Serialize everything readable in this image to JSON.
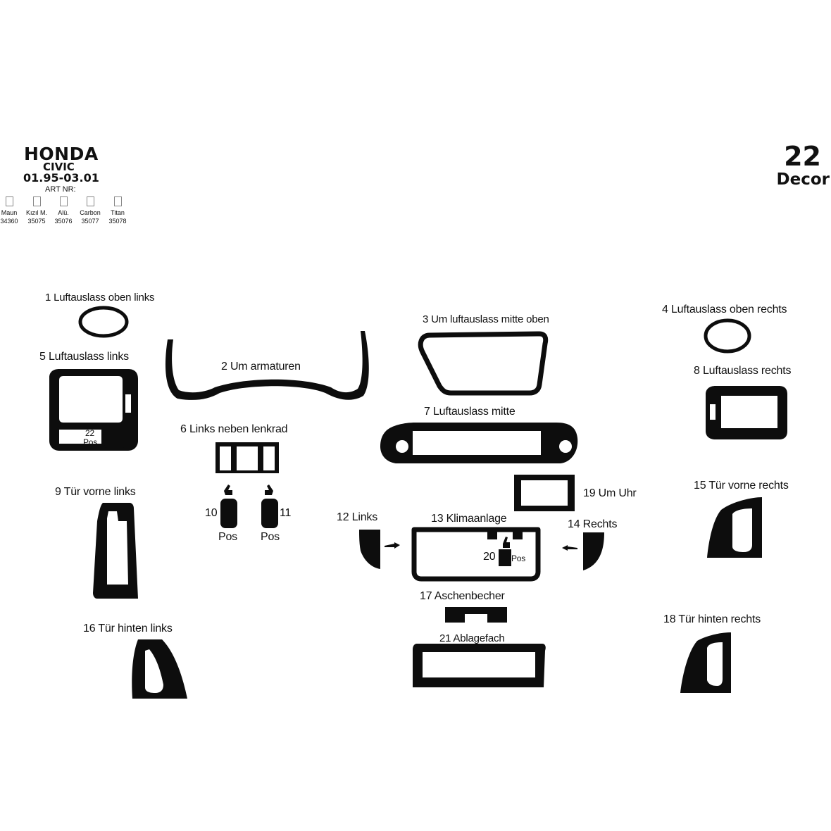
{
  "header": {
    "brand": "HONDA",
    "model": "CIVIC",
    "years": "01.95-03.01",
    "art_nr_label": "ART NR:",
    "variants": [
      {
        "name": "Maun",
        "code": "34360"
      },
      {
        "name": "Kızıl M.",
        "code": "35075"
      },
      {
        "name": "Alü.",
        "code": "35076"
      },
      {
        "name": "Carbon",
        "code": "35077"
      },
      {
        "name": "Titan",
        "code": "35078"
      }
    ],
    "piece_count": "22",
    "style": "Decor"
  },
  "parts": {
    "p1": "1 Luftauslass oben links",
    "p2": "2  Um armaturen",
    "p3": "3 Um luftauslass mitte oben",
    "p4": "4 Luftauslass oben rechts",
    "p5": "5 Luftauslass links",
    "p6": "6 Links neben lenkrad",
    "p7": "7 Luftauslass mitte",
    "p8": "8 Luftauslass rechts",
    "p9": "9 Tür vorne links",
    "p10": "10",
    "p11": "11",
    "p12": "12 Links",
    "p13": "13 Klimaanlage",
    "p14": "14 Rechts",
    "p15": "15 Tür vorne rechts",
    "p16": "16 Tür hinten links",
    "p17": "17 Aschenbecher",
    "p18": "18 Tür hinten rechts",
    "p19": "19 Um Uhr",
    "p20": "20",
    "p21": "21 Ablagefach",
    "p22": "22",
    "pos": "Pos"
  },
  "colors": {
    "part_fill": "#0d0d0d",
    "background": "#ffffff"
  }
}
